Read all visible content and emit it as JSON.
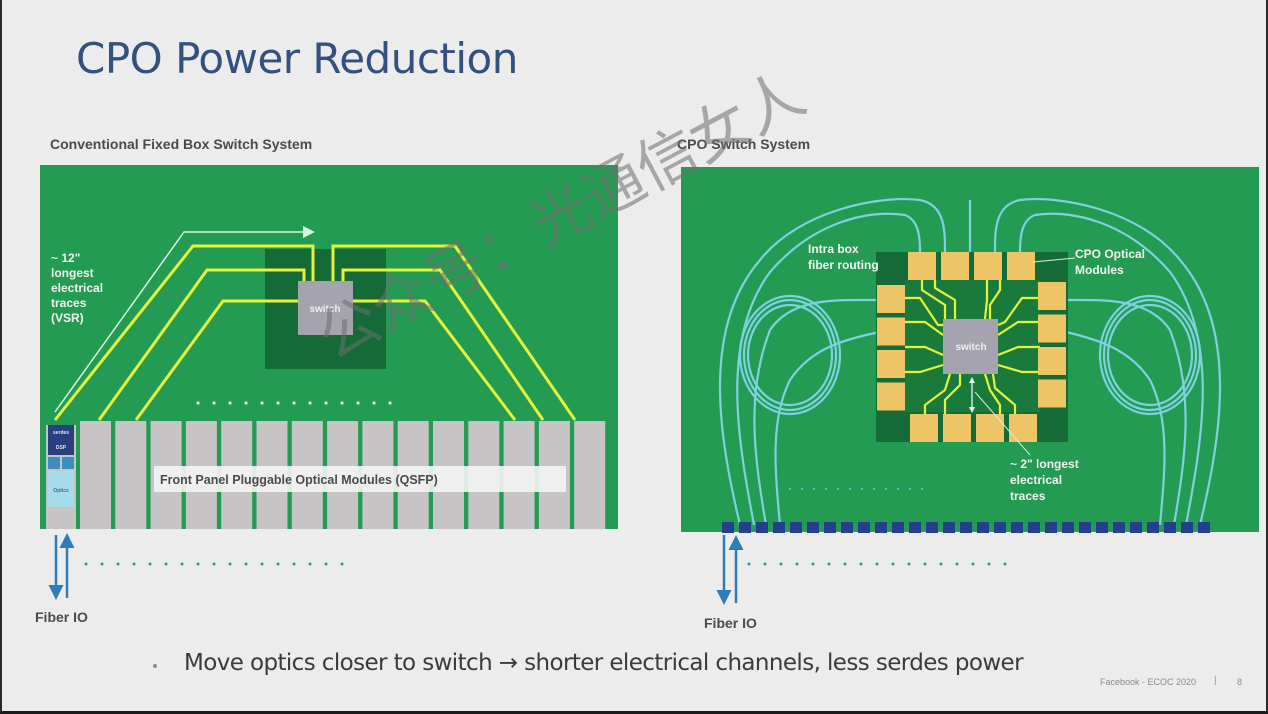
{
  "slide": {
    "title": "CPO Power Reduction",
    "bullet": "Move optics closer to switch → shorter electrical channels, less serdes power",
    "footer": "Facebook - ECOC 2020",
    "separator": "|",
    "page_number": "8",
    "watermark": "公众号：光通信女人"
  },
  "colors": {
    "title": "#34507f",
    "board_green": "#239b53",
    "dark_green": "#146b38",
    "trace_yellow": "#e4f23a",
    "module_gray": "#c6c4c4",
    "switch_gray": "#a5a4ae",
    "cpo_module": "#eec565",
    "fiber_blue": "#7fd0e0",
    "io_blue": "#2f7db8",
    "connector_navy": "#263f8a"
  },
  "left_diagram": {
    "heading": "Conventional Fixed Box Switch System",
    "trace_label": [
      "~ 12\"",
      "longest",
      "electrical",
      "traces",
      "(VSR)"
    ],
    "switch_label": "switch",
    "module_banner": "Front Panel Pluggable Optical Modules (QSFP)",
    "module_parts": {
      "serdes": "serdes",
      "dsp": "DSP",
      "optics": "Optics"
    },
    "module_count": 16,
    "fiber_io": "Fiber IO"
  },
  "right_diagram": {
    "heading": "CPO Switch System",
    "fiber_label": [
      "Intra box",
      "fiber routing"
    ],
    "cpo_label": [
      "CPO Optical",
      "Modules"
    ],
    "switch_label": "switch",
    "trace_label": [
      "~ 2\" longest",
      "electrical",
      "traces"
    ],
    "cpo_modules_per_side": 4,
    "connector_count": 29,
    "fiber_io": "Fiber IO"
  }
}
